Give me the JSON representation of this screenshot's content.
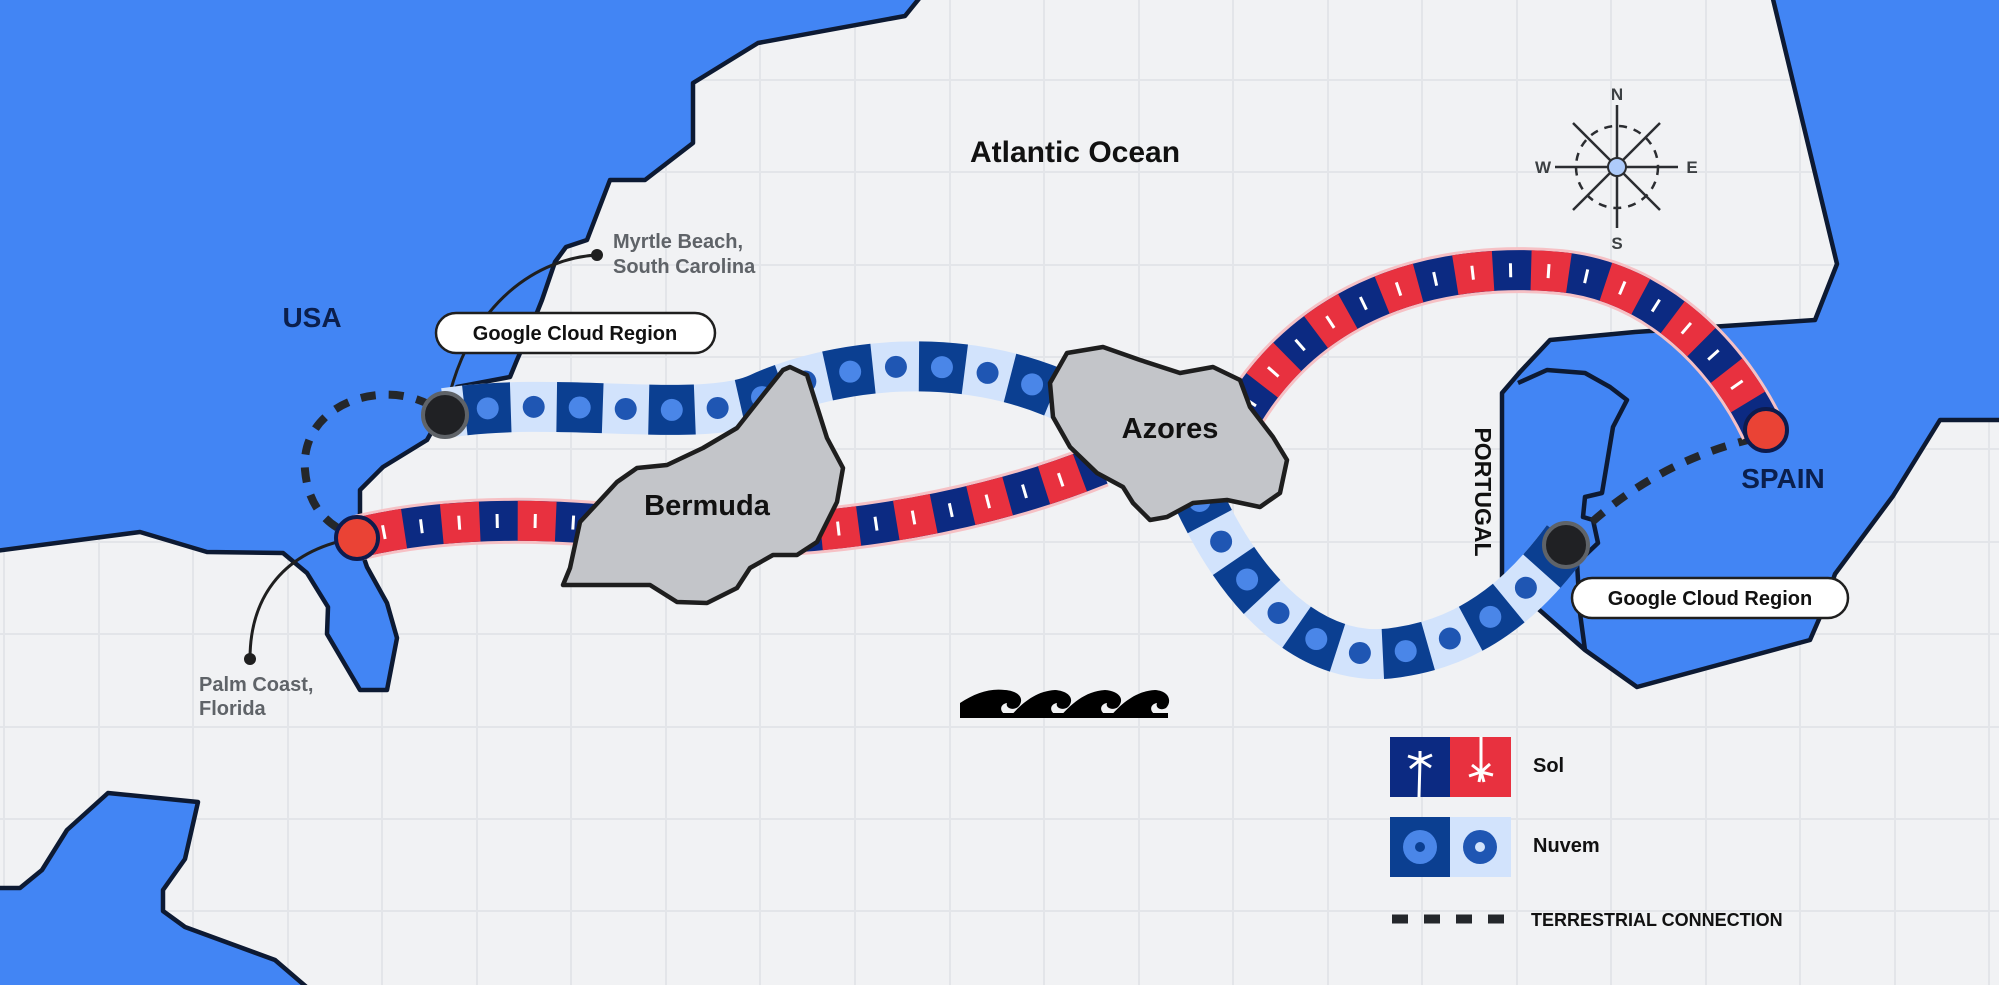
{
  "map": {
    "title": "Atlantic Ocean",
    "ocean_label": "Atlantic Ocean",
    "regions": {
      "usa": "USA",
      "spain": "SPAIN",
      "portugal": "PORTUGAL",
      "bermuda": "Bermuda",
      "azores": "Azores"
    },
    "locations": {
      "myrtle_beach_line1": "Myrtle Beach,",
      "myrtle_beach_line2": "South Carolina",
      "palm_coast_line1": "Palm Coast,",
      "palm_coast_line2": "Florida"
    },
    "cloud_regions": [
      {
        "label": "Google Cloud Region",
        "location": "USA"
      },
      {
        "label": "Google Cloud Region",
        "location": "Portugal"
      }
    ],
    "compass": {
      "n": "N",
      "e": "E",
      "s": "S",
      "w": "W"
    },
    "cables": [
      {
        "name": "Sol",
        "route": [
          "Palm Coast, Florida",
          "Bermuda",
          "Azores",
          "Spain"
        ]
      },
      {
        "name": "Nuvem",
        "route": [
          "Myrtle Beach, South Carolina",
          "Bermuda",
          "Azores",
          "Portugal"
        ]
      }
    ]
  },
  "legend": {
    "items": [
      {
        "label": "Sol",
        "icon": "palm-tile-icon"
      },
      {
        "label": "Nuvem",
        "icon": "flower-tile-icon"
      },
      {
        "label": "TERRESTRIAL CONNECTION",
        "icon": "dashed-line-icon"
      }
    ]
  },
  "colors": {
    "ocean_bg": "#f1f2f4",
    "land_blue": "#4285f4",
    "island_grey": "#c3c5c9",
    "sol_navy": "#0c2a82",
    "sol_red": "#e8313f",
    "nuvem_dark": "#0b3f91",
    "nuvem_light": "#d2e3fc",
    "landing_red": "#ea4335",
    "cloud_node": "#202124"
  }
}
